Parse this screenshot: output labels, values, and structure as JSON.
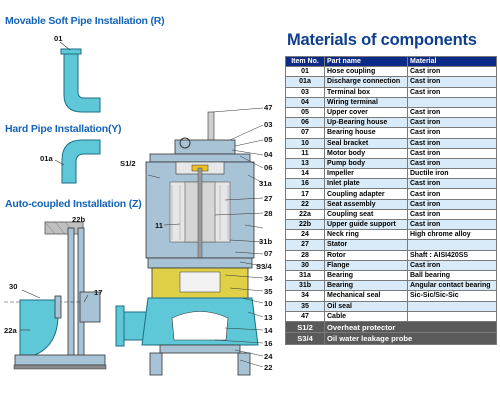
{
  "sections": {
    "soft_pipe": "Movable Soft Pipe Installation (R)",
    "hard_pipe": "Hard Pipe  Installation(Y)",
    "auto_coupled": "Auto-coupled Installation (Z)"
  },
  "materials": {
    "title": "Materials of components",
    "headers": [
      "Item No.",
      "Part name",
      "Material"
    ],
    "rows": [
      [
        "01",
        "Hose coupling",
        "Cast iron"
      ],
      [
        "01a",
        "Discharge connection",
        "Cast iron"
      ],
      [
        "03",
        "Terminal box",
        "Cast iron"
      ],
      [
        "04",
        "Wiring terminal",
        ""
      ],
      [
        "05",
        "Upper cover",
        "Cast iron"
      ],
      [
        "06",
        "Up-Bearing house",
        "Cast iron"
      ],
      [
        "07",
        "Bearing house",
        "Cast iron"
      ],
      [
        "10",
        "Seal bracket",
        "Cast iron"
      ],
      [
        "11",
        "Motor body",
        "Cast iron"
      ],
      [
        "13",
        "Pump body",
        "Cast iron"
      ],
      [
        "14",
        "Impeller",
        "Ductile iron"
      ],
      [
        "16",
        "Inlet plate",
        "Cast iron"
      ],
      [
        "17",
        "Coupling adapter",
        "Cast iron"
      ],
      [
        "22",
        "Seat assembly",
        "Cast iron"
      ],
      [
        "22a",
        "Coupling seat",
        "Cast iron"
      ],
      [
        "22b",
        "Upper guide support",
        "Cast iron"
      ],
      [
        "24",
        "Neck ring",
        "High chrome alloy"
      ],
      [
        "27",
        "Stator",
        ""
      ],
      [
        "28",
        "Rotor",
        "Shaft : AISI420SS"
      ],
      [
        "30",
        "Flange",
        "Cast iron"
      ],
      [
        "31a",
        "Bearing",
        "Ball bearing"
      ],
      [
        "31b",
        "Bearing",
        "Angular contact bearing"
      ],
      [
        "34",
        "Mechanical seal",
        "Sic-Sic/Sic-Sic"
      ],
      [
        "35",
        "Oil seal",
        ""
      ],
      [
        "47",
        "Cable",
        ""
      ]
    ],
    "special_rows": [
      [
        "S1/2",
        "Overheat protector"
      ],
      [
        "S3/4",
        "Oil water leakage probe"
      ]
    ]
  },
  "labels": {
    "l01": "01",
    "l01a": "01a",
    "l22b": "22b",
    "l30": "30",
    "l17": "17",
    "l22a": "22a",
    "l47": "47",
    "l03": "03",
    "l05": "05",
    "l04": "04",
    "l06": "06",
    "ls12": "S1/2",
    "l31a": "31a",
    "l27": "27",
    "l28": "28",
    "l11": "11",
    "l31b": "31b",
    "l07": "07",
    "ls34": "S3/4",
    "l34": "34",
    "l35": "35",
    "l10": "10",
    "l13": "13",
    "l14": "14",
    "l16": "16",
    "l24": "24",
    "l22": "22"
  },
  "colors": {
    "section_heading": "#1463b8",
    "table_title": "#0e3f8f",
    "table_header_bg": "#0c2b86",
    "row_alt_bg": "#d9ebf8",
    "special_row_bg": "#5a5a5a",
    "pipe_fill": "#5ec8d8",
    "pump_fill": "#a9c3d6",
    "oil_chamber": "#e0d048"
  }
}
